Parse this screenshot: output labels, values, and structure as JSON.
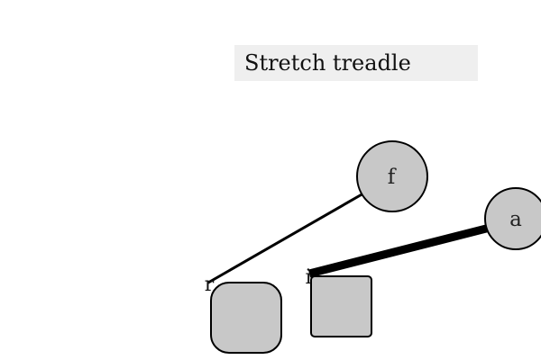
{
  "title": {
    "text": "Stretch treadle",
    "background": "#efefef"
  },
  "colors": {
    "node_fill": "#c8c8c8",
    "node_stroke": "#000000",
    "edge": "#000000"
  },
  "nodes": [
    {
      "id": "f",
      "label": "f",
      "shape": "circle"
    },
    {
      "id": "a",
      "label": "a",
      "shape": "circle"
    },
    {
      "id": "r",
      "label": "r",
      "shape": "rounded-square"
    },
    {
      "id": "i",
      "label": "i",
      "shape": "square"
    }
  ],
  "edges": [
    {
      "from": "f",
      "to": "r",
      "weight": "thin"
    },
    {
      "from": "a",
      "to": "i",
      "weight": "thick"
    }
  ]
}
